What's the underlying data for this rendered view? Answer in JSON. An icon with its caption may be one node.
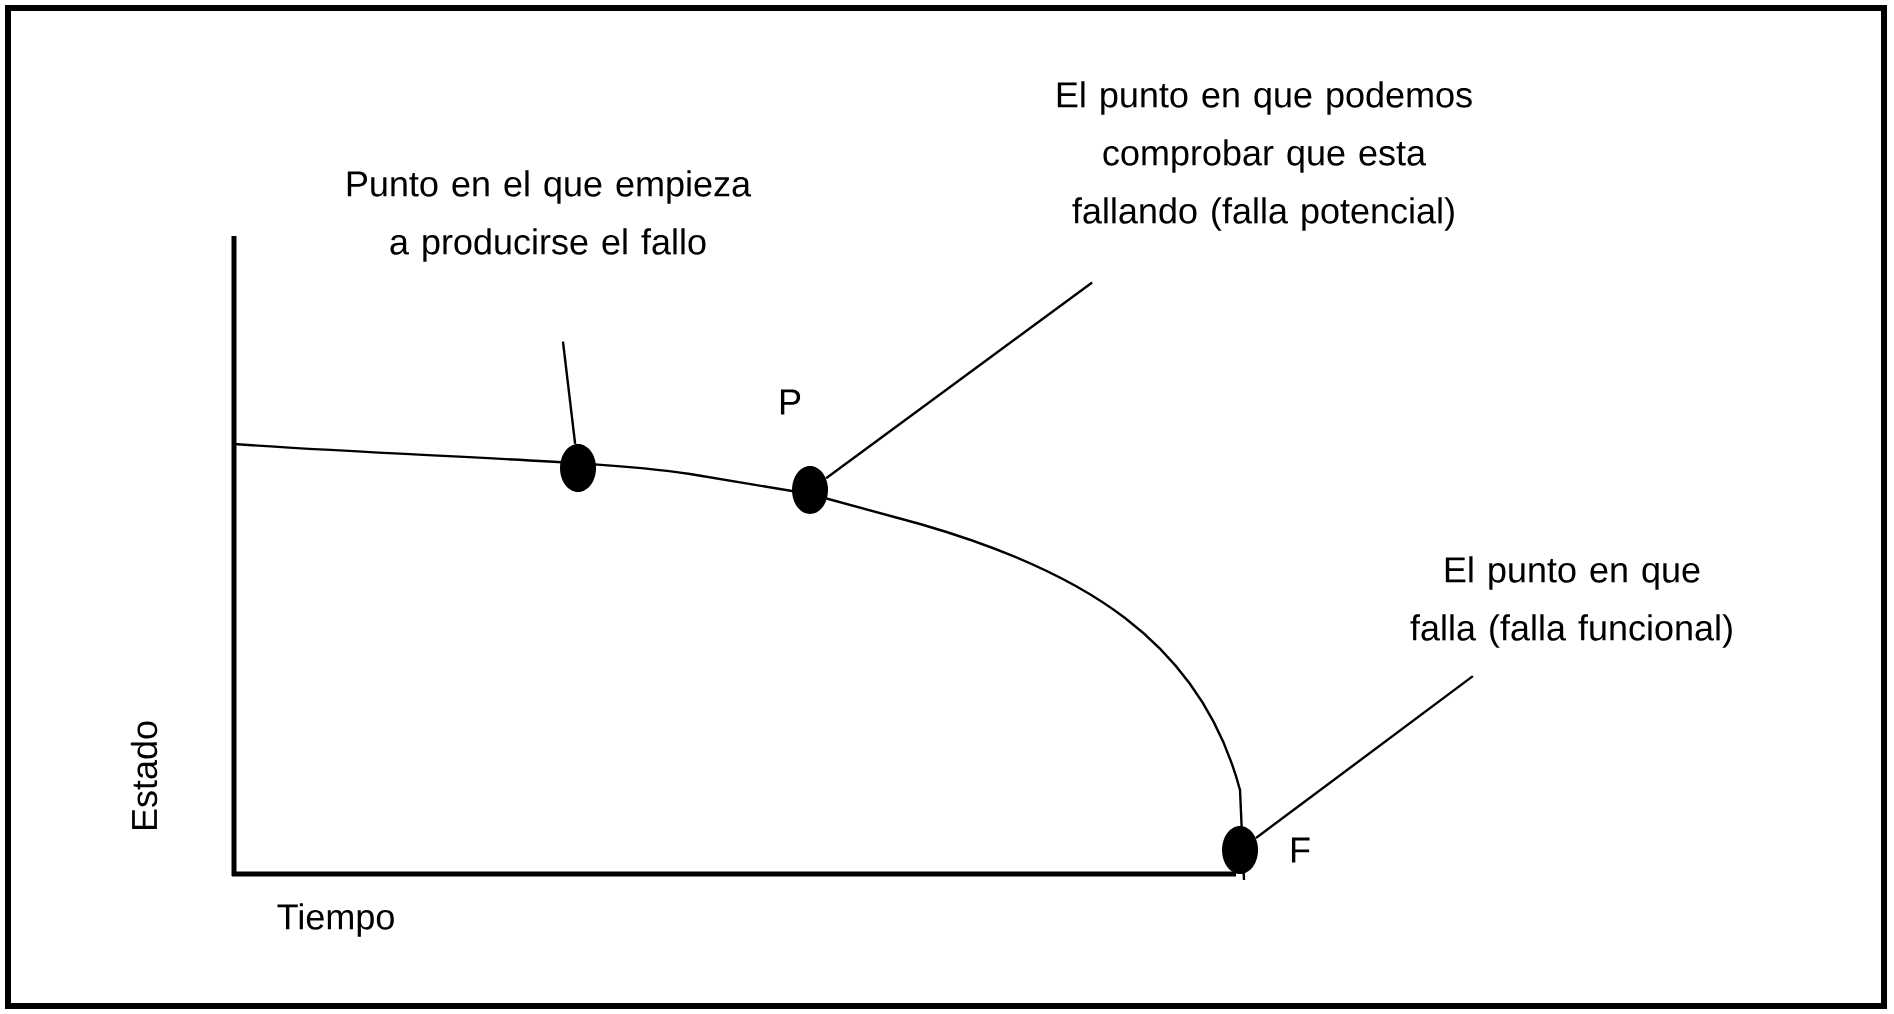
{
  "diagram": {
    "nodes": [
      {
        "text": [
          "Punto en el que empieza a producirse el fallo"
        ]
      },
      {
        "text": [],
        "shape": "circle"
      },
      {
        "text": [
          "El punto en que podemos comprobar que esta fallando (falla potencial)"
        ]
      },
      {
        "text": [],
        "shape": "circle",
        "beside": [
          "P"
        ]
      },
      {
        "text": [
          "El punto en que falla (falla funcional)"
        ]
      },
      {
        "text": [],
        "shape": "circle",
        "beside": [
          "F"
        ]
      }
    ],
    "edges": [
      {
        "from": 0,
        "to": 1,
        "arrow": "none"
      },
      {
        "from": 2,
        "to": 3,
        "arrow": "none"
      },
      {
        "from": 4,
        "to": 5,
        "arrow": "none"
      }
    ],
    "labels": [
      "Estado",
      "Tiempo"
    ]
  }
}
